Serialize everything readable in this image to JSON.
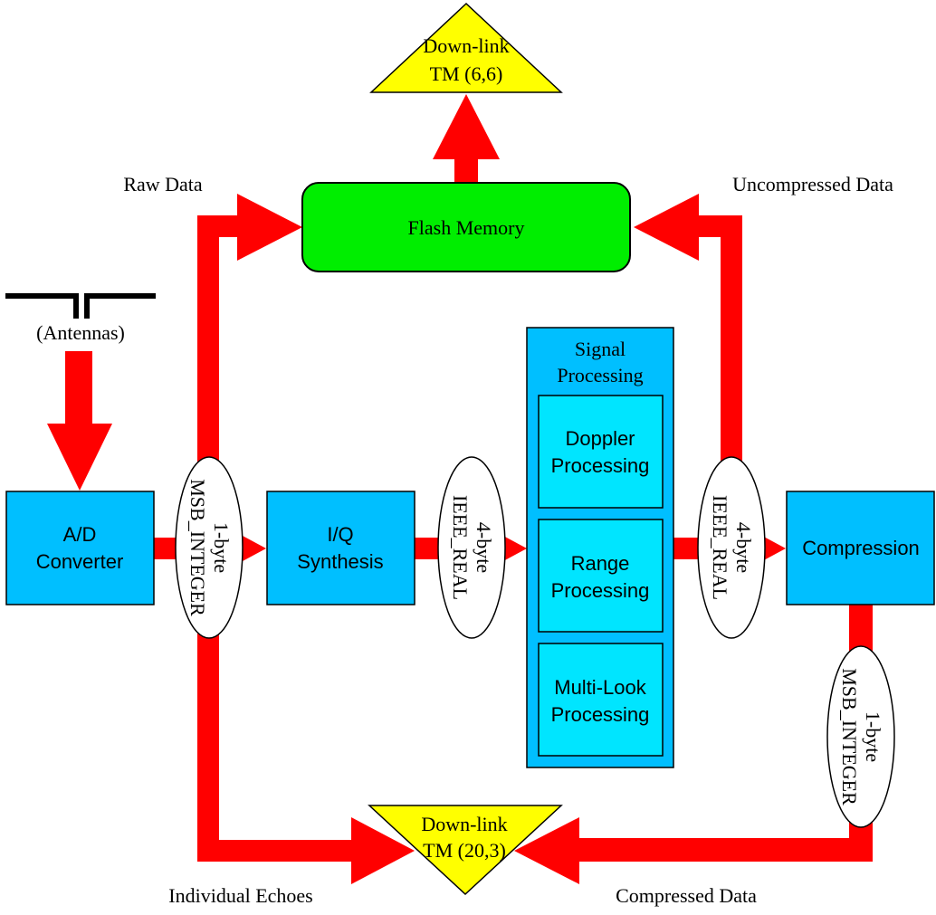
{
  "antenna": {
    "label": "(Antennas)"
  },
  "blocks": {
    "ad_converter": {
      "line1": "A/D",
      "line2": "Converter"
    },
    "iq_synthesis": {
      "line1": "I/Q",
      "line2": "Synthesis"
    },
    "compression": {
      "label": "Compression"
    },
    "flash_memory": {
      "label": "Flash Memory"
    },
    "signal_processing": {
      "title_line1": "Signal",
      "title_line2": "Processing",
      "doppler": {
        "line1": "Doppler",
        "line2": "Processing"
      },
      "range": {
        "line1": "Range",
        "line2": "Processing"
      },
      "multilook": {
        "line1": "Multi-Look",
        "line2": "Processing"
      }
    }
  },
  "formats": {
    "ad_output": {
      "line1": "1-byte",
      "line2": "MSB_INTEGER"
    },
    "iq_output": {
      "line1": "4-byte",
      "line2": "IEEE_REAL"
    },
    "sp_output": {
      "line1": "4-byte",
      "line2": "IEEE_REAL"
    },
    "compression_output": {
      "line1": "1-byte",
      "line2": "MSB_INTEGER"
    }
  },
  "downlinks": {
    "top": {
      "line1": "Down-link",
      "line2": "TM (6,6)"
    },
    "bottom": {
      "line1": "Down-link",
      "line2": "TM (20,3)"
    }
  },
  "flows": {
    "raw_data": "Raw Data",
    "uncompressed_data": "Uncompressed Data",
    "individual_echoes": "Individual Echoes",
    "compressed_data": "Compressed Data"
  },
  "colors": {
    "arrow": "#ff0000",
    "block": "#00bfff",
    "sub_block": "#00e5ff",
    "flash": "#00ee00",
    "downlink": "#ffff00"
  }
}
